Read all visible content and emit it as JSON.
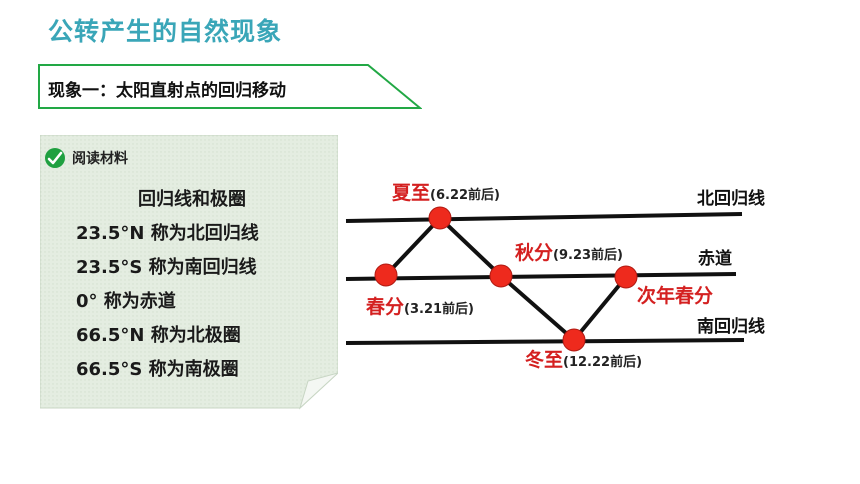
{
  "title": "公转产生的自然现象",
  "banner": {
    "text": "现象一：太阳直射点的回归移动"
  },
  "card": {
    "header": "阅读材料",
    "icon": "check-leaf-icon",
    "lines": [
      "回归线和极圈",
      "23.5°N 称为北回归线",
      "23.5°S 称为南回归线",
      "0°  称为赤道",
      "66.5°N 称为北极圈",
      "66.5°S 称为南极圈"
    ]
  },
  "diagram": {
    "lines": {
      "north": "北回归线",
      "equator": "赤道",
      "south": "南回归线"
    },
    "points": {
      "summer": {
        "name": "夏至",
        "date": "(6.22前后)"
      },
      "autumn": {
        "name": "秋分",
        "date": "(9.23前后)"
      },
      "spring": {
        "name": "春分",
        "date": "(3.21前后)"
      },
      "winter": {
        "name": "冬至",
        "date": "(12.22前后)"
      },
      "next_spring": {
        "name": "次年春分"
      }
    },
    "colors": {
      "point": "#ee2a1d",
      "label": "#d42020",
      "title": "#3aa6b8",
      "accent": "#1fa040"
    }
  }
}
